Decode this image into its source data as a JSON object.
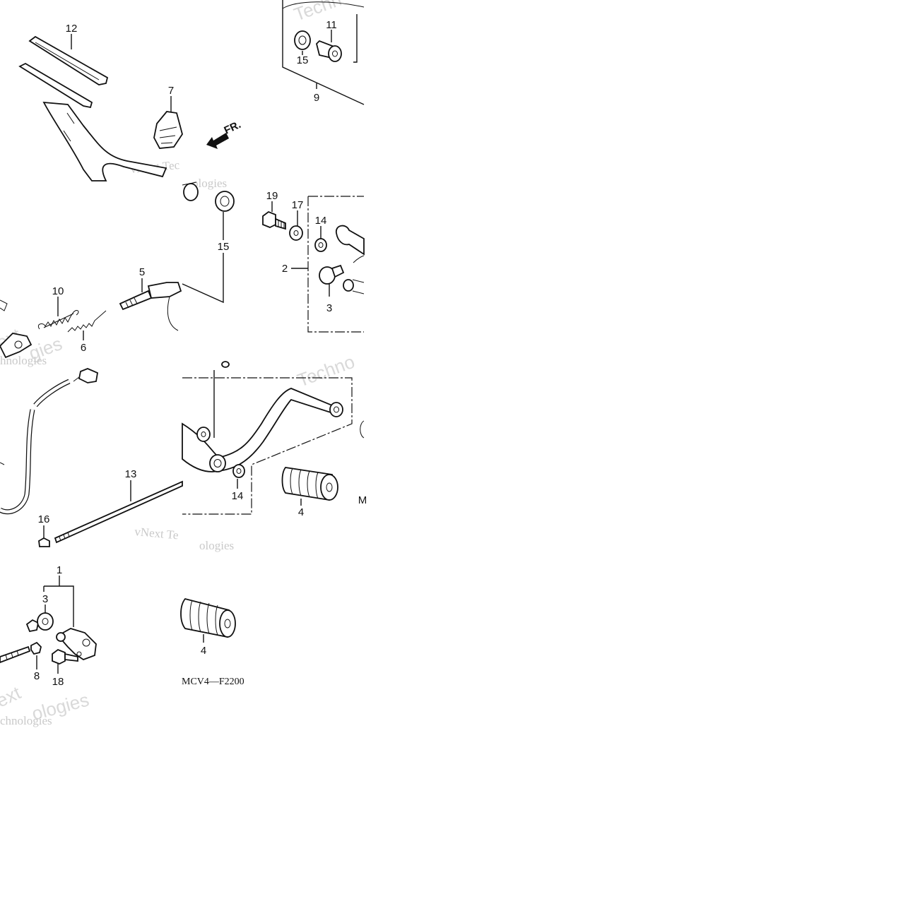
{
  "diagram": {
    "callouts": {
      "c1": "1",
      "c2": "2",
      "c3a": "3",
      "c3b": "3",
      "c4a": "4",
      "c4b": "4",
      "c5": "5",
      "c6": "6",
      "c7": "7",
      "c8": "8",
      "c9": "9",
      "c10": "10",
      "c11": "11",
      "c12": "12",
      "c13": "13",
      "c14a": "14",
      "c14b": "14",
      "c15a": "15",
      "c15b": "15",
      "c16": "16",
      "c17": "17",
      "c18": "18",
      "c19": "19"
    },
    "direction_label": "FR.",
    "figure_code": "MCV4—F2200",
    "figure_code_partial": "M"
  },
  "watermarks": {
    "w1": "vNext Tec",
    "w2": "ologies",
    "w3": "vNext Te",
    "w4": "ologies",
    "w5": "Techn",
    "w6": "Techno",
    "w7": "ext",
    "w8": "gies",
    "w9": "hnologies",
    "w10": "ext",
    "w11": "ologies",
    "w12": "chnologies"
  }
}
